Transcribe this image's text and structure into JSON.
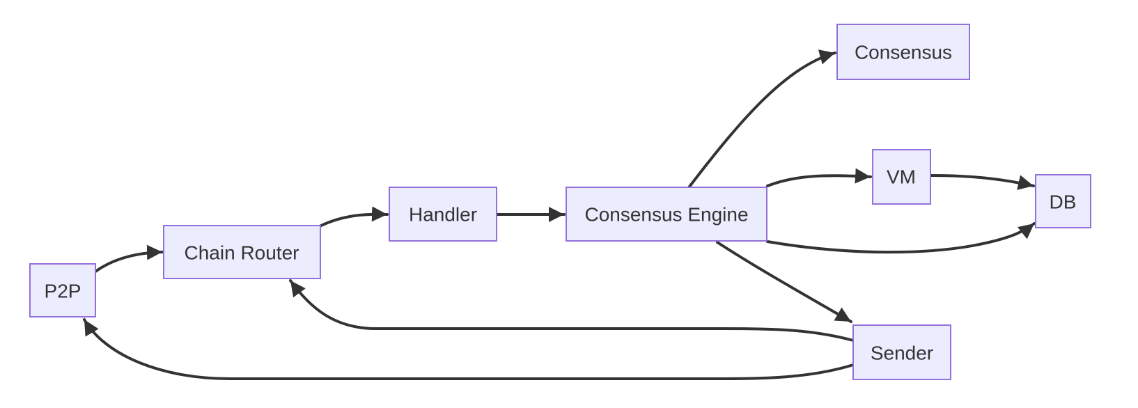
{
  "diagram": {
    "type": "flowchart",
    "direction": "left-to-right",
    "nodes": [
      {
        "id": "p2p",
        "label": "P2P"
      },
      {
        "id": "chain-router",
        "label": "Chain Router"
      },
      {
        "id": "handler",
        "label": "Handler"
      },
      {
        "id": "consensus-engine",
        "label": "Consensus Engine"
      },
      {
        "id": "consensus",
        "label": "Consensus"
      },
      {
        "id": "vm",
        "label": "VM"
      },
      {
        "id": "db",
        "label": "DB"
      },
      {
        "id": "sender",
        "label": "Sender"
      }
    ],
    "edges": [
      {
        "from": "P2P",
        "to": "Chain Router"
      },
      {
        "from": "Chain Router",
        "to": "Handler"
      },
      {
        "from": "Handler",
        "to": "Consensus Engine"
      },
      {
        "from": "Consensus Engine",
        "to": "Consensus"
      },
      {
        "from": "Consensus Engine",
        "to": "VM"
      },
      {
        "from": "VM",
        "to": "DB"
      },
      {
        "from": "Consensus Engine",
        "to": "DB"
      },
      {
        "from": "Consensus Engine",
        "to": "Sender"
      },
      {
        "from": "Sender",
        "to": "Chain Router"
      },
      {
        "from": "Sender",
        "to": "P2P"
      }
    ]
  },
  "theme": {
    "background": "#FFFFFF",
    "node_fill": "#ECECFF",
    "node_border": "#9370DB",
    "edge_color": "#333333",
    "text_color": "#333333"
  }
}
